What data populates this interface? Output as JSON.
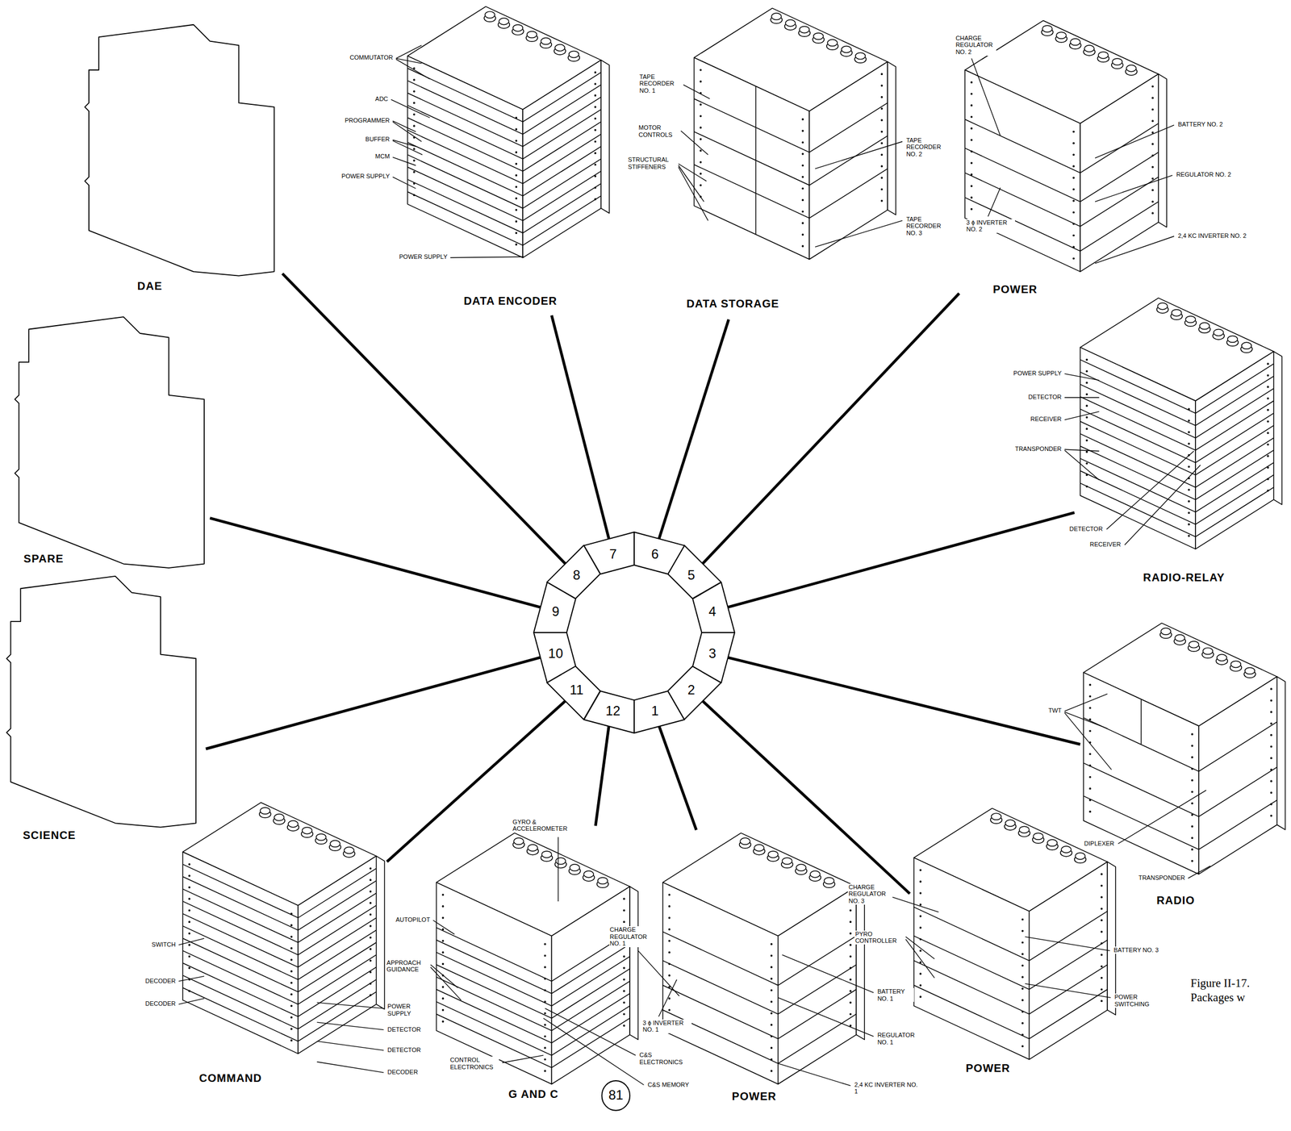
{
  "diagram": {
    "caption": "Figure II-17. Packages w",
    "nodes": [
      {
        "text": [
          "DAE"
        ]
      },
      {
        "text": [
          "DATA ENCODER"
        ]
      },
      {
        "text": [
          "DATA STORAGE"
        ]
      },
      {
        "text": [
          "POWER"
        ]
      },
      {
        "text": [
          "RADIO-RELAY"
        ]
      },
      {
        "text": [
          "SPARE"
        ]
      },
      {
        "text": [
          "RADIO"
        ]
      },
      {
        "text": [
          "SCIENCE"
        ]
      },
      {
        "text": [
          "COMMAND"
        ]
      },
      {
        "text": [
          "G AND C"
        ]
      },
      {
        "text": [
          "POWER"
        ]
      },
      {
        "text": [
          "POWER"
        ]
      },
      {
        "text": [
          "1"
        ]
      },
      {
        "text": [
          "2"
        ]
      },
      {
        "text": [
          "3"
        ]
      },
      {
        "text": [
          "4"
        ]
      },
      {
        "text": [
          "5"
        ]
      },
      {
        "text": [
          "6"
        ]
      },
      {
        "text": [
          "7"
        ]
      },
      {
        "text": [
          "8"
        ]
      },
      {
        "text": [
          "9"
        ]
      },
      {
        "text": [
          "10"
        ]
      },
      {
        "text": [
          "11"
        ]
      },
      {
        "text": [
          "12"
        ]
      }
    ],
    "edges": [
      {
        "from": 18,
        "to": 1,
        "arrow": "none"
      },
      {
        "from": 17,
        "to": 2,
        "arrow": "none"
      },
      {
        "from": 16,
        "to": 3,
        "arrow": "none"
      },
      {
        "from": 15,
        "to": 4,
        "arrow": "none"
      },
      {
        "from": 14,
        "to": 6,
        "arrow": "none"
      },
      {
        "from": 13,
        "to": 11,
        "arrow": "none"
      },
      {
        "from": 12,
        "to": 10,
        "arrow": "none"
      },
      {
        "from": 23,
        "to": 9,
        "arrow": "none"
      },
      {
        "from": 22,
        "to": 8,
        "arrow": "none"
      },
      {
        "from": 21,
        "to": 7,
        "arrow": "none"
      },
      {
        "from": 20,
        "to": 5,
        "arrow": "none"
      },
      {
        "from": 19,
        "to": 0,
        "arrow": "none"
      }
    ],
    "labels": [
      "COMMUTATOR",
      "ADC",
      "PROGRAMMER",
      "BUFFER",
      "MCM",
      "POWER SUPPLY",
      "POWER SUPPLY",
      "TAPE RECORDER NO. 1",
      "MOTOR CONTROLS",
      "STRUCTURAL STIFFENERS",
      "TAPE RECORDER NO. 2",
      "TAPE RECORDER NO. 3",
      "CHARGE REGULATOR NO. 2",
      "BATTERY NO. 2",
      "REGULATOR NO. 2",
      "2,4 KC INVERTER NO. 2",
      "3 ϕ INVERTER NO. 2",
      "POWER SUPPLY",
      "DETECTOR",
      "RECEIVER",
      "TRANSPONDER",
      "DETECTOR",
      "RECEIVER",
      "TWT",
      "DIPLEXER",
      "TRANSPONDER",
      "SWITCH",
      "DECODER",
      "DECODER",
      "POWER SUPPLY",
      "DETECTOR",
      "DETECTOR",
      "DECODER",
      "GYRO & ACCELEROMETER",
      "AUTOPILOT",
      "APPROACH GUIDANCE",
      "CONTROL ELECTRONICS",
      "C&S ELECTRONICS",
      "C&S MEMORY",
      "CHARGE REGULATOR NO. 1",
      "3 ϕ INVERTER NO. 1",
      "BATTERY NO. 1",
      "REGULATOR NO. 1",
      "2,4 KC INVERTER NO. 1",
      "CHARGE REGULATOR NO. 3",
      "PYRO CONTROLLER",
      "BATTERY NO. 3",
      "POWER SWITCHING",
      "81"
    ]
  }
}
